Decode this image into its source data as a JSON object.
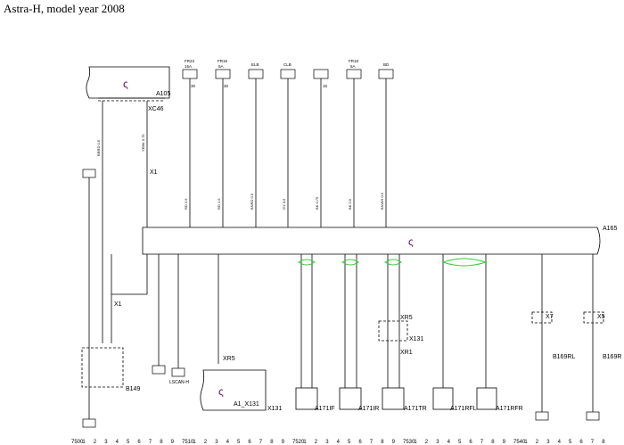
{
  "title": "Astra-H, model year 2008",
  "colors": {
    "wire": "#000000",
    "module": "#6a0d5e",
    "twist": "#33cc33"
  },
  "modules": {
    "top": {
      "label": "A105",
      "connector": "XC46"
    },
    "main": {
      "label": "A165"
    }
  },
  "top_fuses": [
    {
      "id": "F23",
      "line1": "FR23",
      "line2": "15A",
      "pin": "30"
    },
    {
      "id": "F16",
      "line1": "FR16",
      "line2": "5A",
      "pin": "30"
    },
    {
      "id": "ELB",
      "line1": "ELB",
      "line2": "",
      "pin": ""
    },
    {
      "id": "CLB",
      "line1": "CLB",
      "line2": "",
      "pin": ""
    },
    {
      "id": "S11",
      "line1": "",
      "line2": "",
      "pin": "15"
    },
    {
      "id": "F18",
      "line1": "FR18",
      "line2": "5A",
      "pin": ""
    },
    {
      "id": "BD",
      "line1": "BD",
      "line2": "",
      "pin": ""
    }
  ],
  "wire_colors_upper": [
    "BRRD 0.5",
    "YEBK 0.75",
    "RD 2.5",
    "RD 1.5",
    "BNRD 0.5",
    "GY 0.5",
    "BK 0.75",
    "BK 0.5",
    "BNWH 0.5"
  ],
  "connectors": {
    "x1": "X1",
    "xr5": "XR5",
    "xr1": "XR1",
    "x131": "X131",
    "x7": "X7",
    "x5": "X5"
  },
  "components": {
    "b149": "B149",
    "a1": "A1_X131",
    "a171if": "A171IF",
    "a171ir": "A171IR",
    "a171tr": "A171TR",
    "a171rfl": "A171RFL",
    "a171rfr": "A171RFR",
    "b169rl": "B169RL",
    "b169rr": "B169R",
    "lscan": "LSCAN-H"
  },
  "bottom_ruler": [
    "7500",
    "1",
    "2",
    "3",
    "4",
    "5",
    "6",
    "7",
    "8",
    "9",
    "7510",
    "1",
    "2",
    "3",
    "4",
    "5",
    "6",
    "7",
    "8",
    "9",
    "7520",
    "1",
    "2",
    "3",
    "4",
    "5",
    "6",
    "7",
    "8",
    "9",
    "7530",
    "1",
    "2",
    "3",
    "4",
    "5",
    "6",
    "7",
    "8",
    "9",
    "7540",
    "1",
    "2",
    "3",
    "4",
    "5",
    "6",
    "7",
    "8"
  ]
}
